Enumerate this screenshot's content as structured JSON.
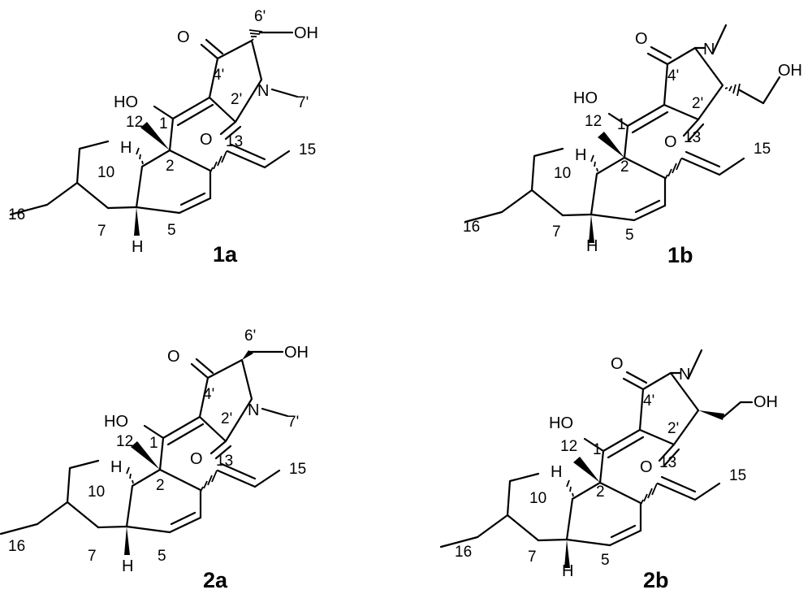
{
  "compounds": [
    {
      "id": "1a",
      "atoms": {
        "ketone_o": "O",
        "hydroxyl": "HO",
        "amide_o": "O",
        "n": "N",
        "ch2oh": "OH",
        "h_top": "H",
        "h_bottom": "H"
      },
      "numbers": {
        "c6p": "6'",
        "c4p": "4'",
        "c2p": "2'",
        "c7p": "7'",
        "c1": "1",
        "c12": "12",
        "c13": "13",
        "c15": "15",
        "c2": "2",
        "c10": "10",
        "c16": "16",
        "c7": "7",
        "c5": "5"
      }
    },
    {
      "id": "1b",
      "atoms": {
        "amide_o": "O",
        "n": "N",
        "hydroxyl": "HO",
        "ch2oh": "OH",
        "ketone_o": "O",
        "h_top": "H",
        "h_bottom": "H"
      },
      "numbers": {
        "c4p": "4'",
        "c2p": "2'",
        "c12": "12",
        "c1": "1",
        "c13": "13",
        "c15": "15",
        "c2": "2",
        "c10": "10",
        "c16": "16",
        "c7": "7",
        "c5": "5"
      }
    },
    {
      "id": "2a",
      "atoms": {
        "ketone_o": "O",
        "hydroxyl": "HO",
        "amide_o": "O",
        "n": "N",
        "ch2oh": "OH",
        "h_top": "H",
        "h_bottom": "H"
      },
      "numbers": {
        "c6p": "6'",
        "c4p": "4'",
        "c2p": "2'",
        "c7p": "7'",
        "c1": "1",
        "c12": "12",
        "c13": "13",
        "c15": "15",
        "c2": "2",
        "c10": "10",
        "c16": "16",
        "c7": "7",
        "c5": "5"
      }
    },
    {
      "id": "2b",
      "atoms": {
        "amide_o": "O",
        "n": "N",
        "hydroxyl": "HO",
        "ch2oh": "OH",
        "ketone_o": "O",
        "h_top": "H",
        "h_bottom": "H"
      },
      "numbers": {
        "c4p": "4'",
        "c2p": "2'",
        "c12": "12",
        "c1": "1",
        "c13": "13",
        "c15": "15",
        "c2": "2",
        "c10": "10",
        "c16": "16",
        "c7": "7",
        "c5": "5"
      }
    }
  ]
}
